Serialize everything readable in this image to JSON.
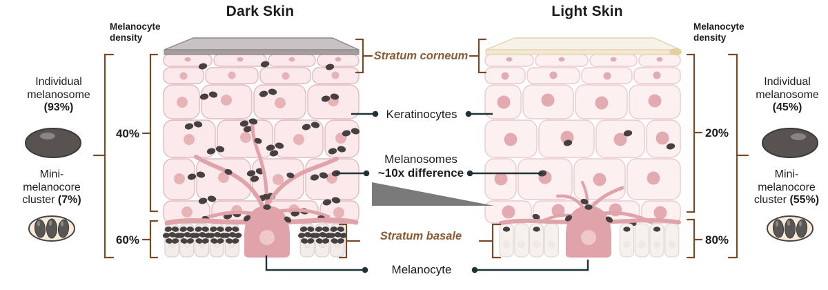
{
  "titles": {
    "dark": "Dark Skin",
    "light": "Light Skin"
  },
  "left": {
    "density": "Melanocyte\ndensity",
    "individual_name": "Individual\nmelanosome",
    "individual_pct": "(93%)",
    "cluster_name": "Mini-\nmelanocore",
    "cluster_word": "cluster",
    "cluster_pct": "(7%)",
    "upper_pct": "40%",
    "lower_pct": "60%"
  },
  "right": {
    "density": "Melanocyte\ndensity",
    "individual_name": "Individual\nmelanosome",
    "individual_pct": "(45%)",
    "cluster_name": "Mini-\nmelanocore",
    "cluster_word": "cluster",
    "cluster_pct": "(55%)",
    "upper_pct": "20%",
    "lower_pct": "80%"
  },
  "center": {
    "stratum_corneum": "Stratum corneum",
    "keratinocytes": "Keratinocytes",
    "melanosomes": "Melanosomes",
    "difference": "~10x difference",
    "stratum_basale": "Stratum basale",
    "melanocyte": "Melanocyte"
  },
  "colors": {
    "bracket": "#7a4a28",
    "stratum_label": "#8a5a33",
    "pointer": "#1f3235",
    "triangle": "#7a7a7a",
    "melanosome": "#474041",
    "cell_pink": "#fbe9eb",
    "melanocyte_pink": "#dfa3a9"
  }
}
